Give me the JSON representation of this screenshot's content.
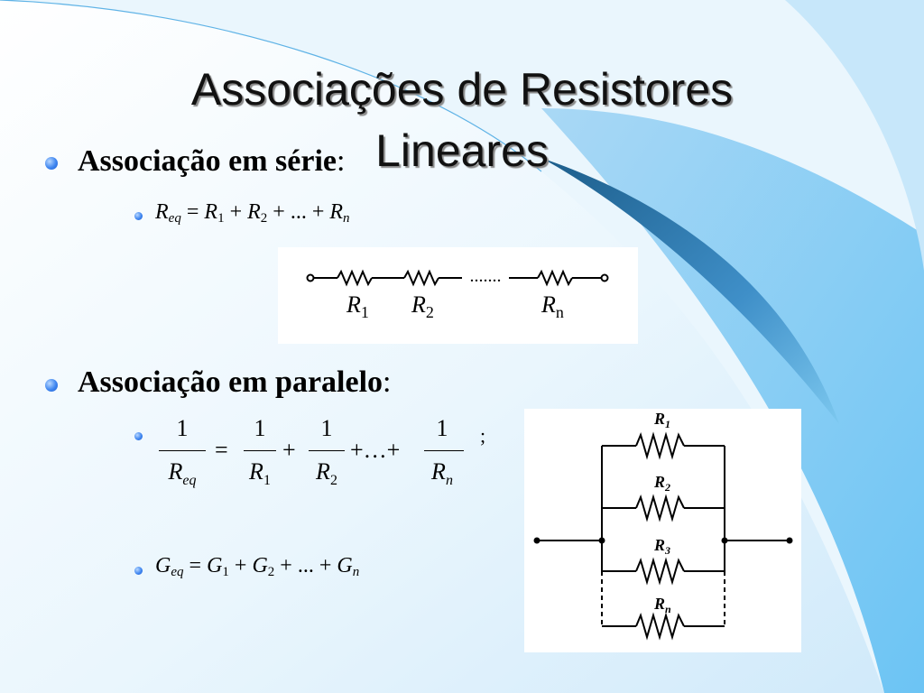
{
  "slide": {
    "title_line1": "Associações de Resistores",
    "title_line2": "Lineares",
    "series": {
      "heading": "Associação em série",
      "colon": ":",
      "formula": {
        "lhs": "R",
        "lhs_sub": "eq",
        "t1": "R",
        "t1_sub": "1",
        "t2": "R",
        "t2_sub": "2",
        "ellipsis": "...",
        "tn": "R",
        "tn_sub": "n",
        "eq_sign": "=",
        "plus": "+"
      },
      "diagram": {
        "labels": [
          "R1",
          "R2",
          "Rn"
        ],
        "dots": "......."
      }
    },
    "parallel": {
      "heading": "Associação em paralelo",
      "colon": ":",
      "formula1": {
        "one": "1",
        "d0": "R",
        "d0_sub": "eq",
        "d1": "R",
        "d1_sub": "1",
        "d2": "R",
        "d2_sub": "2",
        "dn": "R",
        "dn_sub": "n",
        "eq_sign": "=",
        "plus": "+",
        "ellipsis": "+…+",
        "semicolon": ";"
      },
      "formula2": {
        "lhs": "G",
        "lhs_sub": "eq",
        "t1": "G",
        "t1_sub": "1",
        "t2": "G",
        "t2_sub": "2",
        "ellipsis": "...",
        "tn": "G",
        "tn_sub": "n",
        "eq_sign": "=",
        "plus": "+"
      },
      "diagram": {
        "labels": [
          "R1",
          "R2",
          "R3",
          "Rn"
        ]
      }
    }
  },
  "colors": {
    "accent_light": "#dff0fb",
    "accent_mid": "#8fcaf0",
    "accent_dark": "#2f7fb8",
    "bullet": "#3f86f0"
  }
}
